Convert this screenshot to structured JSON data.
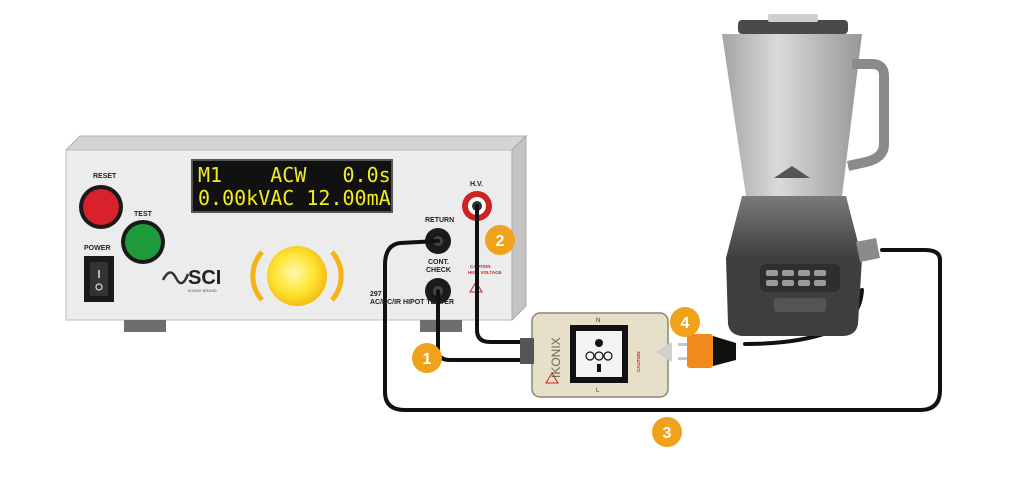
{
  "tester": {
    "reset_label": "RESET",
    "test_label": "TEST",
    "power_label": "POWER",
    "return_label": "RETURN",
    "cont_check_line1": "CONT.",
    "cont_check_line2": "CHECK",
    "hv_label": "H.V.",
    "caution_label": "CAUTION",
    "high_voltage_label": "HIGH VOLTAGE",
    "brand": "SCI",
    "brand_sub": "IKONIX BRAND",
    "model_number": "297",
    "model_name": "AC/DC/IR HIPOT TESTER",
    "display": {
      "row1": "M1    ACW   0.0s",
      "row2": "0.00kVAC 12.00mA"
    }
  },
  "adapter": {
    "brand": "IKONIX",
    "caution_label": "CAUTION",
    "n_label": "N",
    "l_label": "L"
  },
  "callouts": [
    "1",
    "2",
    "3",
    "4"
  ],
  "colors": {
    "callout_orange": "#f0a21c",
    "lcd_text": "#f2ec1a",
    "reset_red": "#d8212a",
    "test_green": "#1e9a3a",
    "knob_yellow": "#ffe433"
  }
}
